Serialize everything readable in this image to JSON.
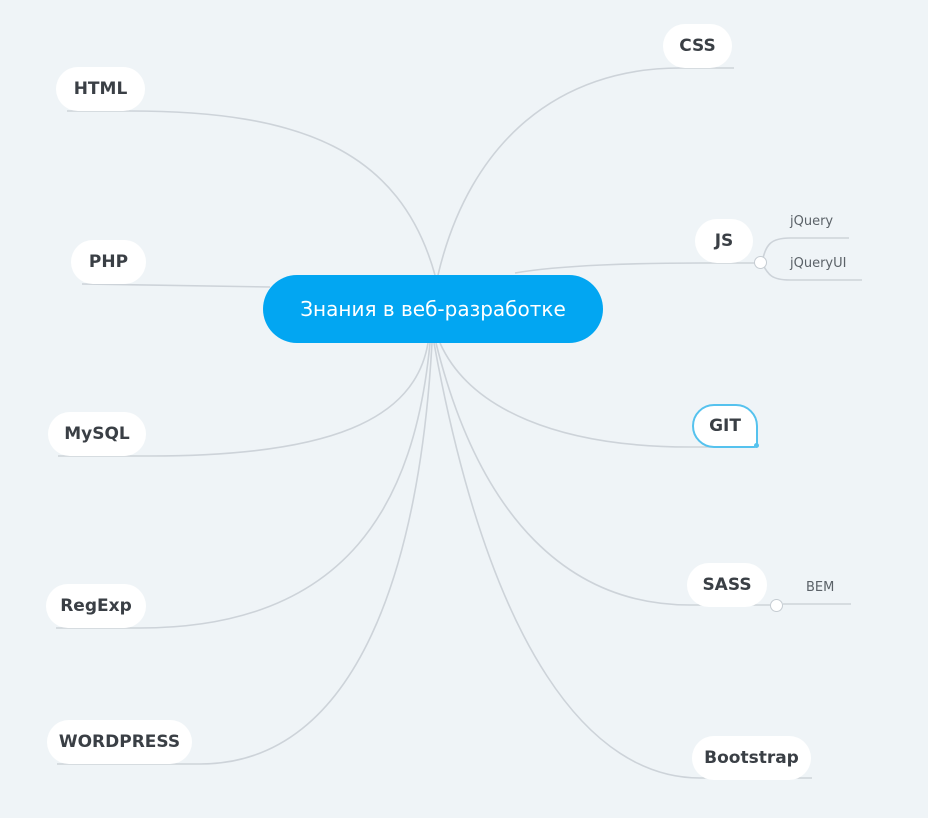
{
  "mindmap": {
    "root": {
      "label": "Знания в веб-разработке"
    },
    "left": [
      {
        "label": "HTML"
      },
      {
        "label": "PHP"
      },
      {
        "label": "MySQL"
      },
      {
        "label": "RegExp"
      },
      {
        "label": "WORDPRESS"
      }
    ],
    "right": [
      {
        "label": "CSS"
      },
      {
        "label": "JS",
        "children": [
          {
            "label": "jQuery"
          },
          {
            "label": "jQueryUI"
          }
        ]
      },
      {
        "label": "GIT",
        "selected": true
      },
      {
        "label": "SASS",
        "children": [
          {
            "label": "BEM"
          }
        ]
      },
      {
        "label": "Bootstrap"
      }
    ]
  },
  "colors": {
    "background": "#eff4f7",
    "root_fill": "#02a6f2",
    "link": "#cdd3d9",
    "selection": "#55c2ee"
  }
}
